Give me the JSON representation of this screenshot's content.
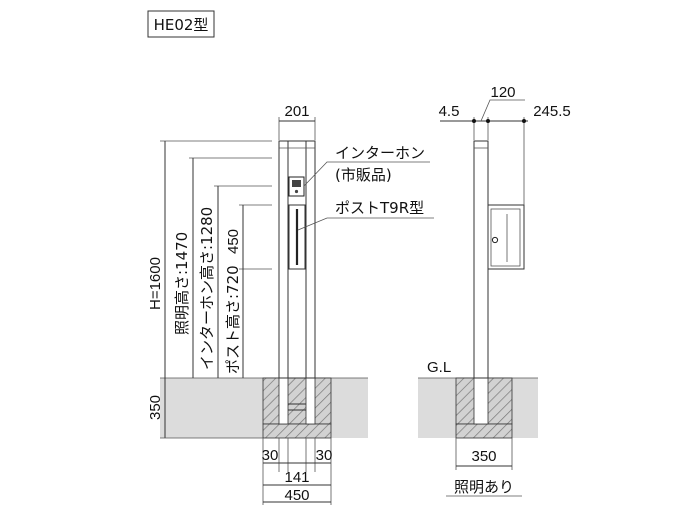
{
  "model_label": "HE02型",
  "callouts": {
    "intercom_line1": "インターホン",
    "intercom_line2": "(市販品)",
    "post": "ポストT9R型"
  },
  "front_view": {
    "top_width": "201",
    "height_total": "H=1600",
    "light_height": "照明高さ:1470",
    "intercom_height": "インターホン高さ:1280",
    "post_height": "ポスト高さ:720",
    "post_size": "450",
    "embed_depth": "350",
    "bottom_left": "30",
    "bottom_right": "30",
    "bottom_mid": "141",
    "bottom_total": "450"
  },
  "side_view": {
    "dim_a": "4.5",
    "dim_b": "120",
    "dim_c": "245.5",
    "ground_label": "G.L",
    "base_width": "350",
    "note": "照明あり"
  },
  "colors": {
    "ground": "#dcdcdc",
    "concrete": "#c8c8c8",
    "line": "#333333"
  }
}
